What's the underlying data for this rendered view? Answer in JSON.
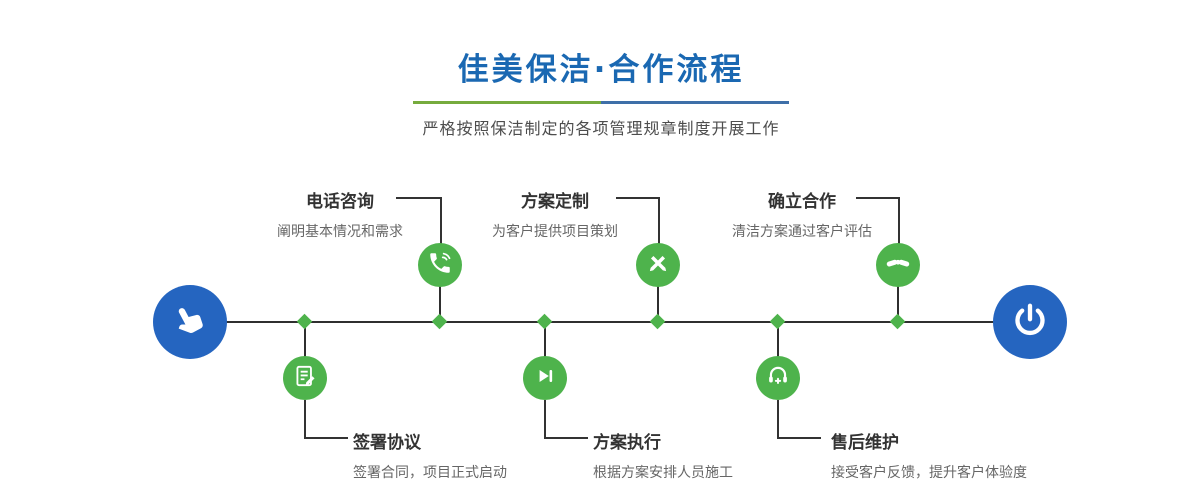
{
  "header": {
    "title": "佳美保洁·合作流程",
    "subtitle": "严格按照保洁制定的各项管理规章制度开展工作"
  },
  "steps": {
    "top": [
      {
        "label": "电话咨询",
        "desc": "阐明基本情况和需求",
        "icon": "phone-icon"
      },
      {
        "label": "方案定制",
        "desc": "为客户提供项目策划",
        "icon": "design-pen-icon"
      },
      {
        "label": "确立合作",
        "desc": "清洁方案通过客户评估",
        "icon": "handshake-icon"
      }
    ],
    "bottom": [
      {
        "label": "签署协议",
        "desc": "签署合同，项目正式启动",
        "icon": "contract-icon"
      },
      {
        "label": "方案执行",
        "desc": "根据方案安排人员施工",
        "icon": "execute-play-icon"
      },
      {
        "label": "售后维护",
        "desc": "接受客户反馈，提升客户体验度",
        "icon": "service-headset-icon"
      }
    ]
  },
  "endpoints": {
    "start_icon": "pointer-hand-icon",
    "end_icon": "power-icon"
  },
  "colors": {
    "title_blue": "#1a68b2",
    "node_blue": "#2565c0",
    "node_green": "#4eb34c",
    "divider_green": "#76ab3d",
    "divider_blue": "#3e6fa8",
    "line_dark": "#2f2f2f"
  }
}
